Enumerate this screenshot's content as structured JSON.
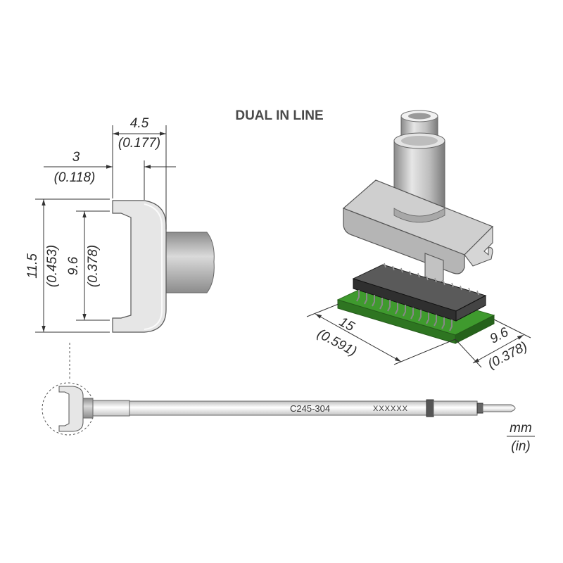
{
  "title": "DUAL IN LINE",
  "dimensions": {
    "width_top": {
      "mm": "4.5",
      "in": "(0.177)"
    },
    "width_inner": {
      "mm": "3",
      "in": "(0.118)"
    },
    "height_outer": {
      "mm": "11.5",
      "in": "(0.453)"
    },
    "height_inner": {
      "mm": "9.6",
      "in": "(0.378)"
    },
    "chip_length": {
      "mm": "15",
      "in": "(0.591)"
    },
    "chip_width": {
      "mm": "9.6",
      "in": "(0.378)"
    }
  },
  "cartridge": {
    "model": "C245-304",
    "serial": "XXXXXX"
  },
  "units": {
    "primary": "mm",
    "secondary": "(in)"
  },
  "colors": {
    "pcb": "#3f9a2e",
    "chip": "#3b3b3b",
    "metal": "#cfcfcf",
    "line": "#333333"
  }
}
